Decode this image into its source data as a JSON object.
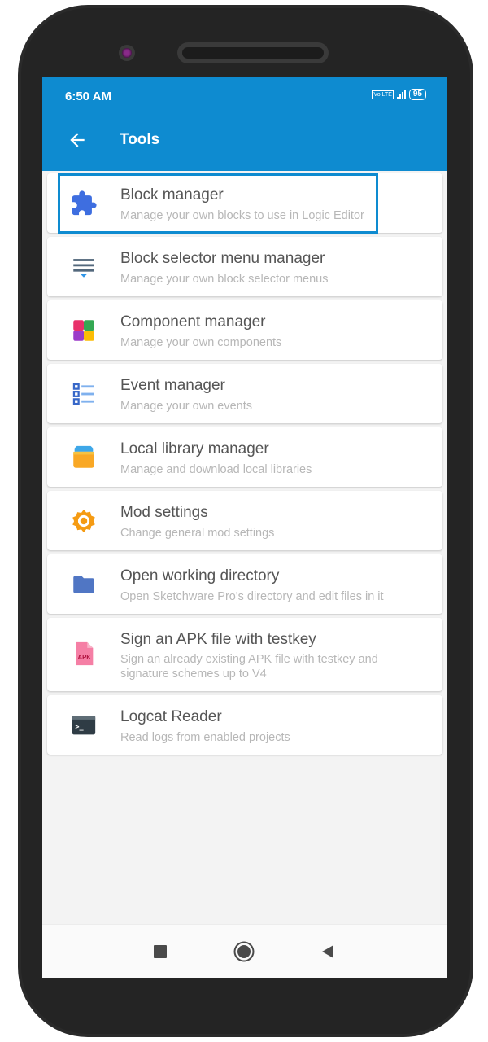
{
  "status_bar": {
    "time": "6:50 AM",
    "volte": "Vo LTE",
    "battery": "95"
  },
  "app_bar": {
    "title": "Tools"
  },
  "tools": [
    {
      "title": "Block manager",
      "subtitle": "Manage your own blocks to use in Logic Editor",
      "icon": "puzzle-icon"
    },
    {
      "title": "Block selector menu manager",
      "subtitle": "Manage your own block selector menus",
      "icon": "menu-list-icon"
    },
    {
      "title": "Component manager",
      "subtitle": "Manage your own components",
      "icon": "component-grid-icon"
    },
    {
      "title": "Event manager",
      "subtitle": "Manage your own events",
      "icon": "event-list-icon"
    },
    {
      "title": "Local library manager",
      "subtitle": "Manage and download local libraries",
      "icon": "library-box-icon"
    },
    {
      "title": "Mod settings",
      "subtitle": "Change general mod settings",
      "icon": "settings-gear-icon"
    },
    {
      "title": "Open working directory",
      "subtitle": "Open Sketchware Pro's directory and edit files in it",
      "icon": "folder-icon"
    },
    {
      "title": "Sign an APK file with testkey",
      "subtitle": "Sign an already existing APK file with testkey and signature schemes up to V4",
      "icon": "apk-file-icon",
      "apk_label": "APK"
    },
    {
      "title": "Logcat Reader",
      "subtitle": "Read logs from enabled projects",
      "icon": "terminal-icon",
      "terminal_label": ">_"
    }
  ],
  "colors": {
    "accent": "#0e8bd0",
    "title_text": "#555555",
    "subtitle_text": "#b7b7b7"
  }
}
